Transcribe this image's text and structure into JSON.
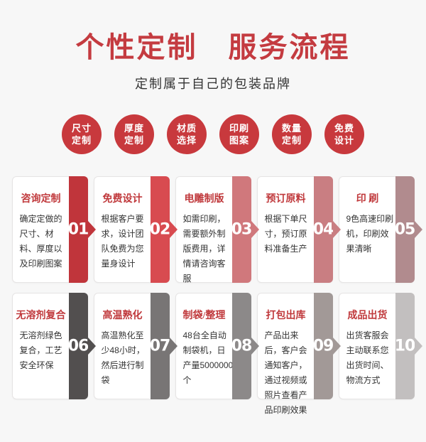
{
  "header": {
    "title": "个性定制　服务流程",
    "subtitle": "定制属于自己的包装品牌"
  },
  "features": [
    {
      "line1": "尺寸",
      "line2": "定制"
    },
    {
      "line1": "厚度",
      "line2": "定制"
    },
    {
      "line1": "材质",
      "line2": "选择"
    },
    {
      "line1": "印刷",
      "line2": "图案"
    },
    {
      "line1": "数量",
      "line2": "定制"
    },
    {
      "line1": "免费",
      "line2": "设计"
    }
  ],
  "steps": [
    {
      "number": "01",
      "title": "咨询定制",
      "body": "确定定做的尺寸、材料、厚度以及印刷图案",
      "band_color": "#c0353b"
    },
    {
      "number": "02",
      "title": "免费设计",
      "body": "根据客户要求，设计团队免费为您量身设计",
      "band_color": "#d84b50"
    },
    {
      "number": "03",
      "title": "电雕制版",
      "body": "如需印刷，需要额外制版费用，详情请咨询客服",
      "band_color": "#d0787c"
    },
    {
      "number": "04",
      "title": "预订原料",
      "body": "根据下单尺寸，预订原料准备生产",
      "band_color": "#c97e82"
    },
    {
      "number": "05",
      "title": "印 刷",
      "body": "9色高速印刷机，印刷效果清晰",
      "band_color": "#b18b8e"
    },
    {
      "number": "06",
      "title": "无溶剂复合",
      "body": "无溶剂绿色复合，工艺安全环保",
      "band_color": "#524f4f"
    },
    {
      "number": "07",
      "title": "高温熟化",
      "body": "高温熟化至少48小时，然后进行制袋",
      "band_color": "#787575"
    },
    {
      "number": "08",
      "title": "制袋/整理",
      "body": "48台全自动制袋机，日产量5000000个",
      "band_color": "#8c8989"
    },
    {
      "number": "09",
      "title": "打包出库",
      "body": "产品出来后，客户会通知客户，通过视频或照片查看产品印刷效果",
      "band_color": "#a29997"
    },
    {
      "number": "10",
      "title": "成品出货",
      "body": "出货客服会主动联系您出货时间、物流方式",
      "band_color": "#c2bfbf"
    }
  ],
  "colors": {
    "background": "#f7f7f7",
    "title_red": "#c43b40",
    "circle_red": "#c8393d",
    "card_title_red": "#c0393c",
    "body_text": "#333333"
  }
}
